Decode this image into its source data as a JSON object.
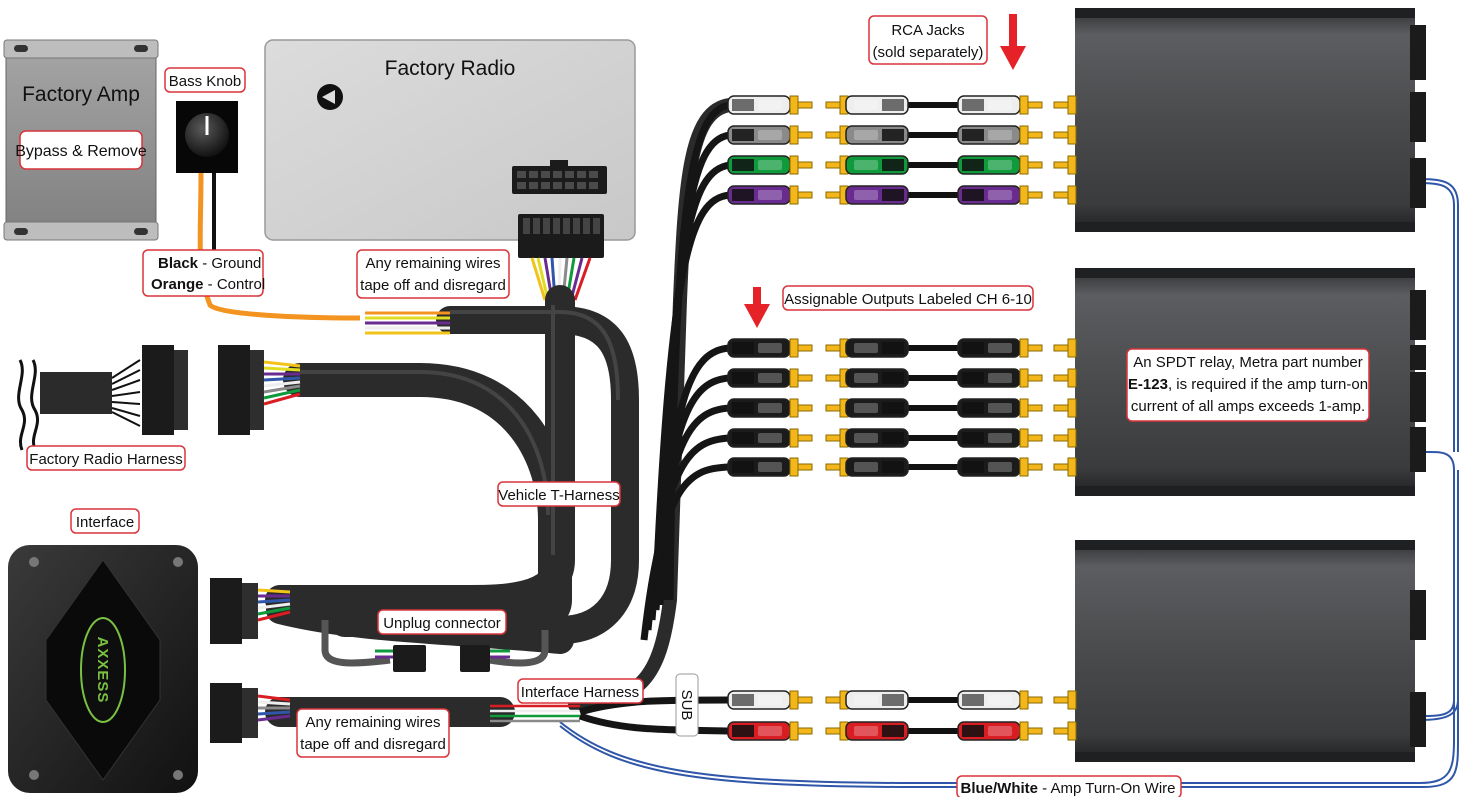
{
  "colors": {
    "label_border": "#d9343a",
    "arrow": "#e52228",
    "harness": "#2b2b2b",
    "amp_body": "#4a4b4d",
    "blue_wire": "#2f56a8",
    "orange_wire": "#f39320",
    "rca_gold": "#f3b71b",
    "rca_white": "#eeeeee",
    "rca_gray": "#8a8a8a",
    "rca_green": "#0f9a3c",
    "rca_purple": "#6a2b91",
    "rca_black": "#1b1b1b",
    "rca_red": "#d81d23"
  },
  "labels": {
    "factory_amp": "Factory Amp",
    "bypass_remove": "Bypass & Remove",
    "bass_knob": "Bass Knob",
    "factory_radio": "Factory Radio",
    "black_bold": "Black",
    "black_rest": " - Ground",
    "orange_bold": "Orange",
    "orange_rest": " - Control",
    "remaining1_l1": "Any remaining wires",
    "remaining1_l2": "tape off and disregard",
    "factory_radio_harness": "Factory Radio Harness",
    "interface": "Interface",
    "vehicle_t_harness": "Vehicle T-Harness",
    "unplug_connector": "Unplug  connector",
    "interface_harness": "Interface Harness",
    "remaining2_l1": "Any remaining wires",
    "remaining2_l2": "tape off and disregard",
    "rca_jacks_l1": "RCA Jacks",
    "rca_jacks_l2": "(sold separately)",
    "assignable": "Assignable Outputs Labeled CH 6-10",
    "relay_l1": "An SPDT relay, Metra part number",
    "relay_bold": "E-123",
    "relay_l2_rest": ", is required if the amp turn-on",
    "relay_l3": "current of all amps exceeds 1-amp.",
    "sub": "SUB",
    "blue_white_bold": "Blue/White",
    "blue_white_rest": " - Amp Turn-On Wire",
    "logo": "AXXESS"
  },
  "icons": {
    "arrow": "down-arrow-icon",
    "knob": "knob-icon",
    "cd_slot": "disc-slot-icon",
    "squiggle": "wire-break-icon"
  }
}
